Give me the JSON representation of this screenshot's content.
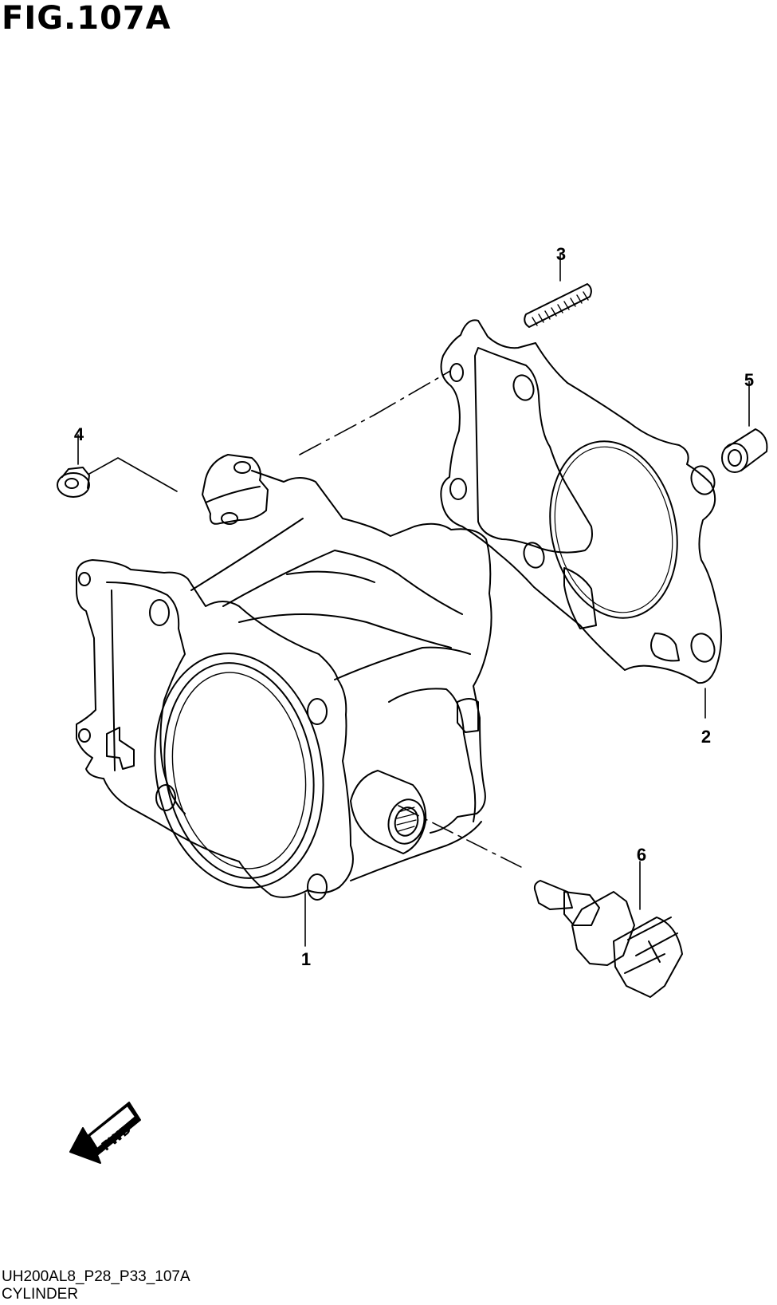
{
  "figure": {
    "title": "FIG.107A"
  },
  "callouts": [
    {
      "id": "1",
      "label": "1"
    },
    {
      "id": "2",
      "label": "2"
    },
    {
      "id": "3",
      "label": "3"
    },
    {
      "id": "4",
      "label": "4"
    },
    {
      "id": "5",
      "label": "5"
    },
    {
      "id": "6",
      "label": "6"
    }
  ],
  "fwd_arrow": {
    "label": "FWD"
  },
  "footer": {
    "code": "UH200AL8_P28_P33_107A",
    "section": "CYLINDER"
  },
  "colors": {
    "line": "#000000",
    "background": "#ffffff"
  },
  "icons": [
    "fwd-arrow-icon"
  ]
}
